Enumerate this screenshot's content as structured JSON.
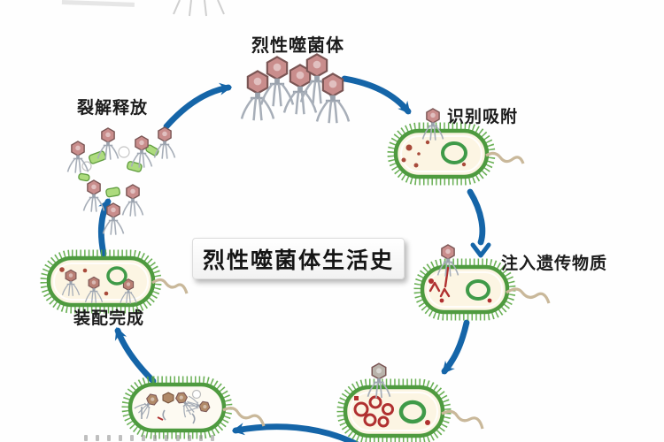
{
  "diagram": {
    "center_title": "烈性噬菌体生活史",
    "stage_labels": {
      "phages": "烈性噬菌体",
      "adsorption": "识别吸附",
      "injection": "注入遗传物质",
      "assembly": "装配完成",
      "lysis": "裂解释放"
    },
    "colors": {
      "arrow_blue": "#1565a8",
      "cell_spikes_green": "#5aa743",
      "cell_wall_green": "#4e9a3f",
      "cell_interior_cream": "#fcf5e3",
      "phage_head_pink": "#c98d8c",
      "phage_head_gray": "#b9b3ab",
      "phage_head_brown": "#b08968",
      "dna_red": "#b03030",
      "plasmid_green": "#3f9a48",
      "flagellum_tan": "#c9b89a",
      "membrane_fragment_green": "#addb7e"
    }
  }
}
